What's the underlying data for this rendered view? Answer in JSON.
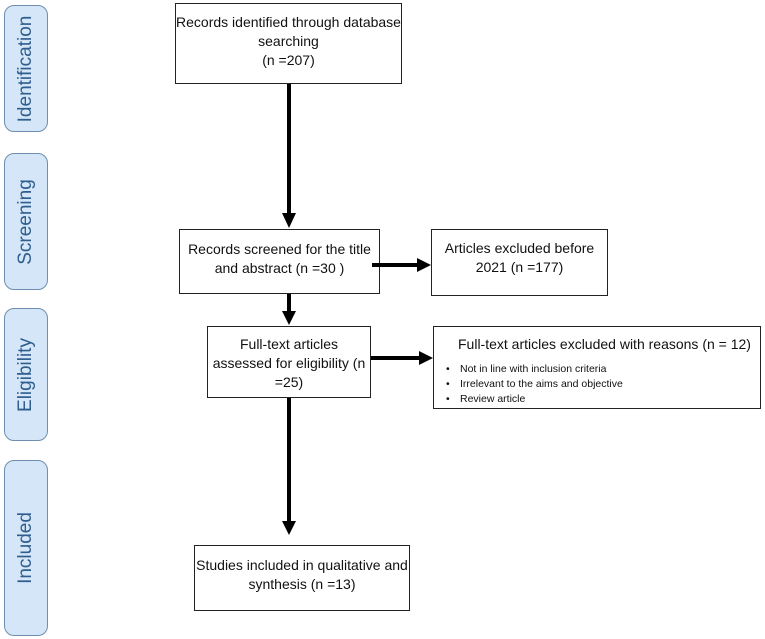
{
  "phases": {
    "identification": "Identification",
    "screening": "Screening",
    "eligibility": "Eligibility",
    "included": "Included"
  },
  "boxes": {
    "identified": {
      "line1": "Records identified through database",
      "line2": "searching",
      "line3": "(n =207)"
    },
    "screened": {
      "line1": "Records screened for the title",
      "line2": "and abstract (n =30 )"
    },
    "excluded_before": {
      "line1": "Articles excluded before",
      "line2": "2021 (n =177)"
    },
    "fulltext": {
      "line1": "Full-text articles",
      "line2": "assessed for eligibility (n",
      "line3": "=25)"
    },
    "fulltext_excluded": {
      "title": "Full-text articles excluded with reasons (n = 12)",
      "reasons": [
        "Not in line with inclusion criteria",
        "Irrelevant to the aims and objective",
        "Review article"
      ]
    },
    "included": {
      "line1": "Studies included in qualitative and",
      "line2": "synthesis (n =13)"
    }
  }
}
